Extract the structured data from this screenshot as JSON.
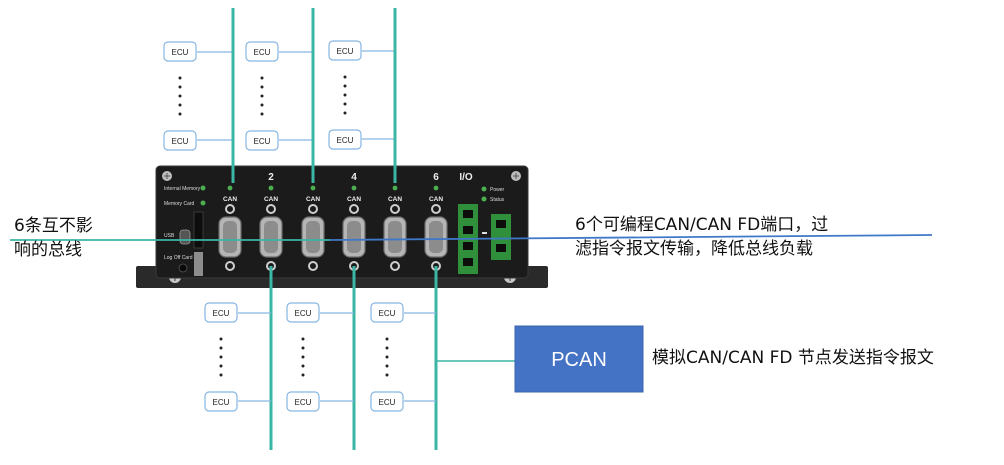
{
  "device": {
    "led_labels": [
      "Internal Memory",
      "Memory Card",
      "USB",
      "Log Off Card"
    ],
    "status_labels": [
      "Power",
      "Status"
    ],
    "io_label": "I/O",
    "port_numbers": [
      "2",
      "",
      "4",
      "",
      "6"
    ],
    "port_label": "CAN"
  },
  "ecu_label": "ECU",
  "pcan": {
    "label": "PCAN"
  },
  "annotations": {
    "left": "6条互不影\n响的总线",
    "right": "6个可编程CAN/CAN FD端口，过\n滤指令报文传输，降低总线负载",
    "pcan_desc": "模拟CAN/CAN FD 节点发送指令报文"
  },
  "colors": {
    "bus_line": "#3bb6a4",
    "pcan_fill": "#4472c4",
    "ecu_border": "#86b6e2",
    "device_body": "#1b1b1b"
  }
}
